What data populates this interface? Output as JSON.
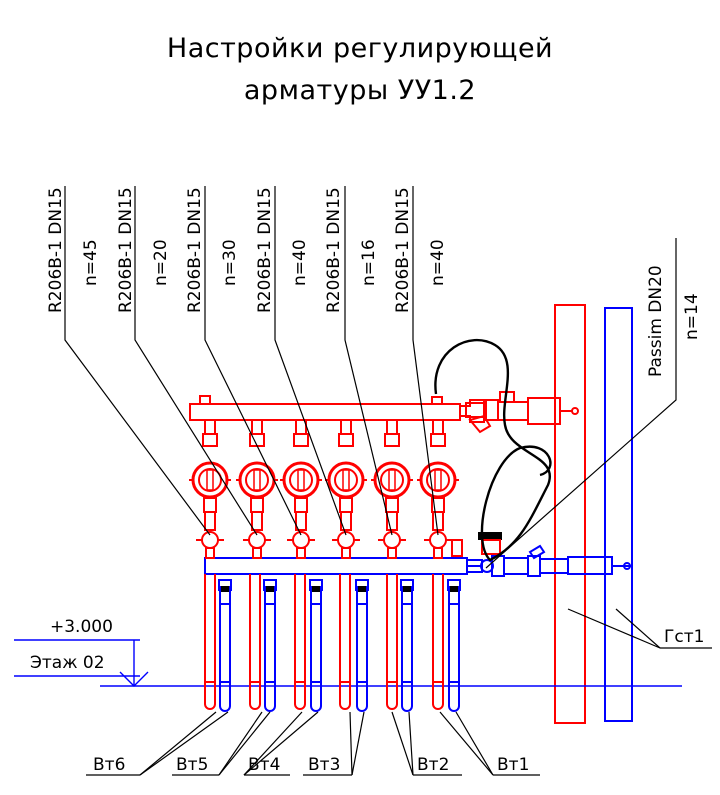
{
  "title": {
    "line1": "Настройки регулирующей",
    "line2": "арматуры УУ1.2"
  },
  "valves": [
    {
      "model": "R206B-1 DN15",
      "setting": "n=45"
    },
    {
      "model": "R206B-1 DN15",
      "setting": "n=20"
    },
    {
      "model": "R206B-1 DN15",
      "setting": "n=30"
    },
    {
      "model": "R206B-1 DN15",
      "setting": "n=40"
    },
    {
      "model": "R206B-1 DN15",
      "setting": "n=16"
    },
    {
      "model": "R206B-1 DN15",
      "setting": "n=40"
    }
  ],
  "balancing_valve": {
    "model": "Passim DN20",
    "setting": "n=14"
  },
  "level": {
    "mark": "+3.000",
    "floor": "Этаж 02"
  },
  "risers_label": "Гст1",
  "outlets": [
    "Вт6",
    "Вт5",
    "Вт4",
    "Вт3",
    "Вт2",
    "Вт1"
  ],
  "colors": {
    "supply": "#ff0000",
    "return": "#0000ff",
    "text": "#000000"
  }
}
